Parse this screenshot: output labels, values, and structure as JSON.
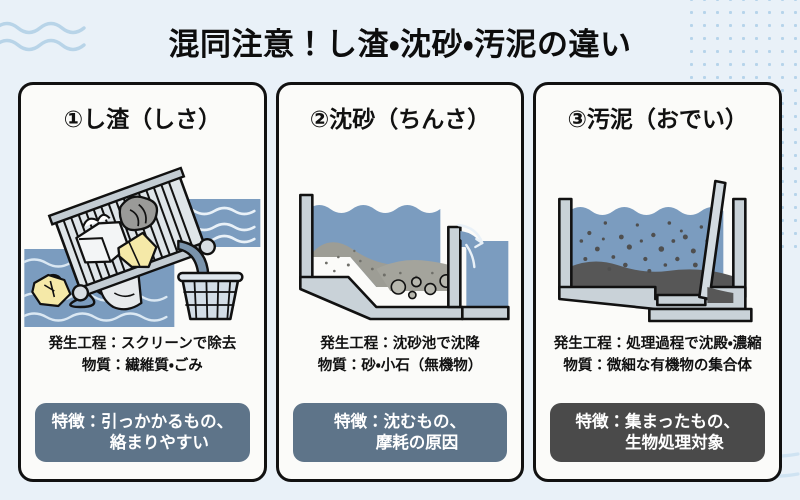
{
  "header": {
    "title": "混同注意！し渣・沈砂・汚泥の違い",
    "wave_decoration_left": "wave-lines-icon",
    "dot_decoration_right": "dot-pattern-icon",
    "wave_decoration_bottom_right": "wave-lines-icon"
  },
  "theme": {
    "background": "#e9f1f8",
    "card_background": "#fbfbf9",
    "card_border": "#111111",
    "water": "#7b9cbf",
    "concrete": "#c9d2d8",
    "sand": "#9d9d95",
    "sludge": "#575757",
    "accent_blue_gray": "#5e7489",
    "accent_dark_gray": "#4a4a4a",
    "dot_pattern": "#b6d4ea",
    "wave_line": "#b8d4e8"
  },
  "panels": [
    {
      "number": "①",
      "title": "①し渣（しさ）",
      "illustration": "bar-screen-with-debris-and-basket",
      "illustration_parts": [
        "inclined-bar-screen",
        "tissue-box",
        "gray-rag",
        "yellow-paper",
        "plastic-bag",
        "hair-strands",
        "water-flow",
        "down-arrow",
        "wire-basket"
      ],
      "process_label": "発生工程：スクリーンで除去",
      "material_label": "物質：繊維質・ごみ",
      "badge": {
        "line1": "特徴：引っかかるもの、",
        "line2": "絡まりやすい",
        "color": "#5e7489"
      }
    },
    {
      "number": "②",
      "title": "②沈砂（ちんさ）",
      "illustration": "grit-chamber-with-sand-settling",
      "illustration_parts": [
        "concrete-basin",
        "water-surface-waves",
        "sand-slope",
        "gravel-pebbles",
        "weir-wall",
        "overflow-stream"
      ],
      "process_label": "発生工程：沈砂池で沈降",
      "material_label": "物質：砂・小石（無機物）",
      "badge": {
        "line1": "特徴：沈むもの、",
        "line2": "摩耗の原因",
        "color": "#5e7489"
      }
    },
    {
      "number": "③",
      "title": "③汚泥（おでい）",
      "illustration": "sedimentation-tank-with-sludge",
      "illustration_parts": [
        "concrete-tank",
        "water-surface-waves",
        "suspended-particles",
        "sludge-layer",
        "scraper-arm",
        "sludge-hopper"
      ],
      "process_label": "発生工程：処理過程で沈殿・濃縮",
      "material_label": "物質：微細な有機物の集合体",
      "badge": {
        "line1": "特徴：集まったもの、",
        "line2": "生物処理対象",
        "color": "#4a4a4a"
      }
    }
  ]
}
